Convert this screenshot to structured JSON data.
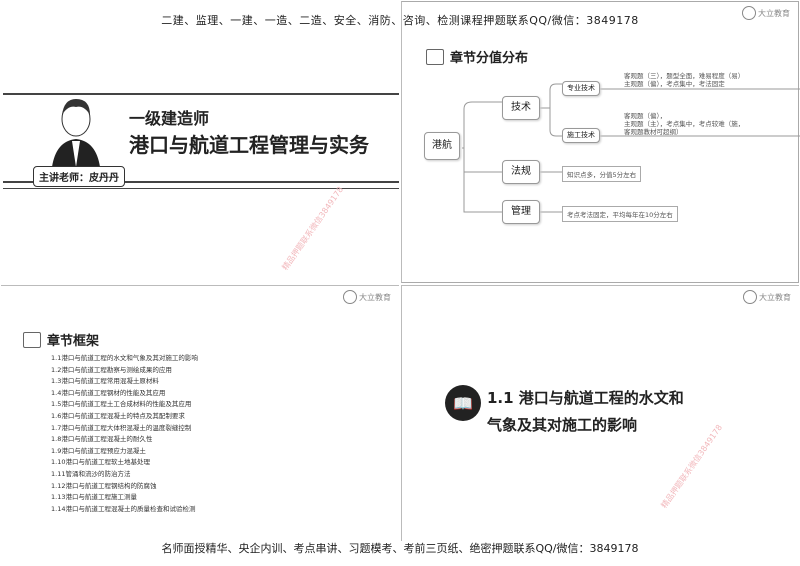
{
  "banner": {
    "top": "二建、监理、一建、一造、二造、安全、消防、咨询、检测课程押题联系QQ/微信：3849178",
    "bottom": "名师面授精华、央企内训、考点串讲、习题模考、考前三页纸、绝密押题联系QQ/微信：3849178"
  },
  "logo": "大立教育",
  "watermark": "精品押题联系微信3849178",
  "slide1": {
    "subtitle": "一级建造师",
    "title": "港口与航道工程管理与实务",
    "teacher": "主讲老师：皮丹丹"
  },
  "slide2": {
    "heading": "章节分值分布",
    "root": "港航",
    "tech": "技术",
    "pro": "专业技术",
    "build": "施工技术",
    "law": "法规",
    "mgmt": "管理",
    "pro_note": [
      "客观题（三），题型全面，难易程度（易）",
      "主观题（偏），考点集中，考法固定"
    ],
    "build_note": [
      "客观题（偏），",
      "主观题（主），考点集中，考点较难（施，",
      "客观题教材可超纲）"
    ],
    "law_note": "知识点多，分值5分左右",
    "mgmt_note": "考点考法固定，平均每年在10分左右"
  },
  "slide3": {
    "heading": "章节框架",
    "items": [
      "1.1港口与航道工程的水文和气象及其对施工的影响",
      "1.2港口与航道工程勘察与测绘成果的应用",
      "1.3港口与航道工程常用混凝土原材料",
      "1.4港口与航道工程钢材的性能及其应用",
      "1.5港口与航道工程土工合成材料的性能及其应用",
      "1.6港口与航道工程混凝土的特点及其配制要求",
      "1.7港口与航道工程大体积混凝土的温度裂缝控制",
      "1.8港口与航道工程混凝土的耐久性",
      "1.9港口与航道工程预应力混凝土",
      "1.10港口与航道工程软土地基处理",
      "1.11管涌和流沙的防治方法",
      "1.12港口与航道工程钢结构的防腐蚀",
      "1.13港口与航道工程施工测量",
      "1.14港口与航道工程混凝土的质量检查和试验检测"
    ]
  },
  "slide4": {
    "line1": "1.1 港口与航道工程的水文和",
    "line2": "气象及其对施工的影响"
  }
}
